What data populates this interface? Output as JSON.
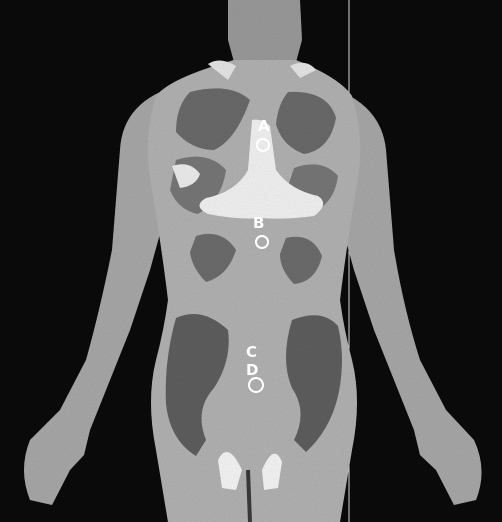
{
  "image": {
    "subject": "body-thermogram-front",
    "colors": {
      "background": "#0a0a0a",
      "skin_light": "#bdbdbd",
      "skin_mid": "#8f8f8f",
      "skin_dark": "#5d5d5d",
      "hot": "#f2f2f2"
    }
  },
  "markers": [
    {
      "id": "A",
      "label": "A"
    },
    {
      "id": "B",
      "label": "B"
    },
    {
      "id": "C",
      "label": "C"
    },
    {
      "id": "D",
      "label": "D"
    }
  ]
}
